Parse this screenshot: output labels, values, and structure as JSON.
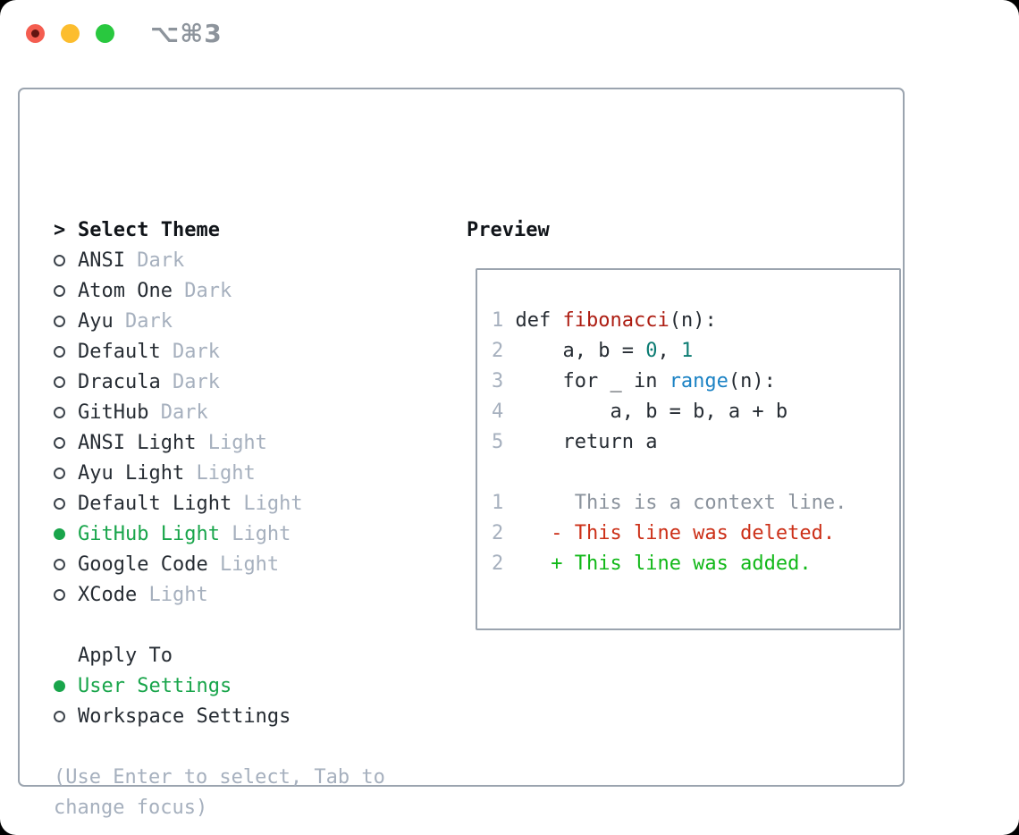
{
  "window": {
    "title": "⌥⌘3"
  },
  "theme_picker": {
    "caret": ">",
    "title": "Select Theme",
    "themes": [
      {
        "name": "ANSI",
        "variant": "Dark",
        "selected": false
      },
      {
        "name": "Atom One",
        "variant": "Dark",
        "selected": false
      },
      {
        "name": "Ayu",
        "variant": "Dark",
        "selected": false
      },
      {
        "name": "Default",
        "variant": "Dark",
        "selected": false
      },
      {
        "name": "Dracula",
        "variant": "Dark",
        "selected": false
      },
      {
        "name": "GitHub",
        "variant": "Dark",
        "selected": false
      },
      {
        "name": "ANSI Light",
        "variant": "Light",
        "selected": false
      },
      {
        "name": "Ayu Light",
        "variant": "Light",
        "selected": false
      },
      {
        "name": "Default Light",
        "variant": "Light",
        "selected": false
      },
      {
        "name": "GitHub Light",
        "variant": "Light",
        "selected": true
      },
      {
        "name": "Google Code",
        "variant": "Light",
        "selected": false
      },
      {
        "name": "XCode",
        "variant": "Light",
        "selected": false
      }
    ]
  },
  "apply_to": {
    "title": "Apply To",
    "options": [
      {
        "name": "User Settings",
        "selected": true
      },
      {
        "name": "Workspace Settings",
        "selected": false
      }
    ]
  },
  "hint_lines": [
    "(Use Enter to select, Tab to",
    "change focus)"
  ],
  "preview": {
    "title": "Preview",
    "code_lines": [
      {
        "num": "1",
        "segments": [
          {
            "t": "def ",
            "c": "plain"
          },
          {
            "t": "fibonacci",
            "c": "func"
          },
          {
            "t": "(n):",
            "c": "plain"
          }
        ]
      },
      {
        "num": "2",
        "segments": [
          {
            "t": "    a, b = ",
            "c": "plain"
          },
          {
            "t": "0",
            "c": "num"
          },
          {
            "t": ", ",
            "c": "plain"
          },
          {
            "t": "1",
            "c": "num"
          }
        ]
      },
      {
        "num": "3",
        "segments": [
          {
            "t": "    for _ in ",
            "c": "plain"
          },
          {
            "t": "range",
            "c": "builtin"
          },
          {
            "t": "(n):",
            "c": "plain"
          }
        ]
      },
      {
        "num": "4",
        "segments": [
          {
            "t": "        a, b = b, a + b",
            "c": "plain"
          }
        ]
      },
      {
        "num": "5",
        "segments": [
          {
            "t": "    return a",
            "c": "plain"
          }
        ]
      }
    ],
    "diff_lines": [
      {
        "num": "1",
        "marker": " ",
        "text": "This is a context line.",
        "kind": "context"
      },
      {
        "num": "2",
        "marker": "-",
        "text": "This line was deleted.",
        "kind": "deleted"
      },
      {
        "num": "2",
        "marker": "+",
        "text": "This line was added.",
        "kind": "added"
      }
    ]
  },
  "colors": {
    "page_bg": "#000000",
    "window_bg": "#ffffff",
    "border": "#9ba4af",
    "text": "#262c33",
    "text_strong": "#101419",
    "muted": "#a6b0be",
    "context": "#8b939d",
    "green": "#19a54b",
    "diff_add": "#11b818",
    "diff_del": "#cc3018",
    "code_fg": "#262c33",
    "func_red": "#ad1d12",
    "number_teal": "#0c7c73",
    "builtin_blue": "#1b82c4",
    "title_gray": "#8d949c",
    "radio_ring": "#3c434b",
    "tl_red": "#f45d50",
    "tl_red_dot": "#611511",
    "tl_yellow": "#fcbd2e",
    "tl_green": "#29c83f"
  }
}
